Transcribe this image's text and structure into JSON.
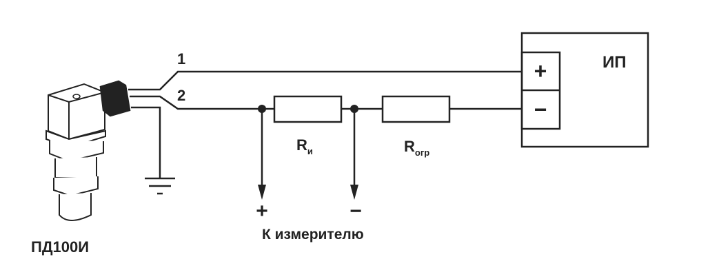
{
  "sensor": {
    "label": "ПД100И"
  },
  "wires": {
    "wire1": "1",
    "wire2": "2"
  },
  "power_supply": {
    "label": "ИП",
    "plus": "+",
    "minus": "−"
  },
  "resistors": {
    "r_meas": {
      "main": "R",
      "sub": "и"
    },
    "r_limit": {
      "main": "R",
      "sub": "огр"
    }
  },
  "meter": {
    "plus": "+",
    "minus": "−",
    "label": "К измерителю"
  }
}
